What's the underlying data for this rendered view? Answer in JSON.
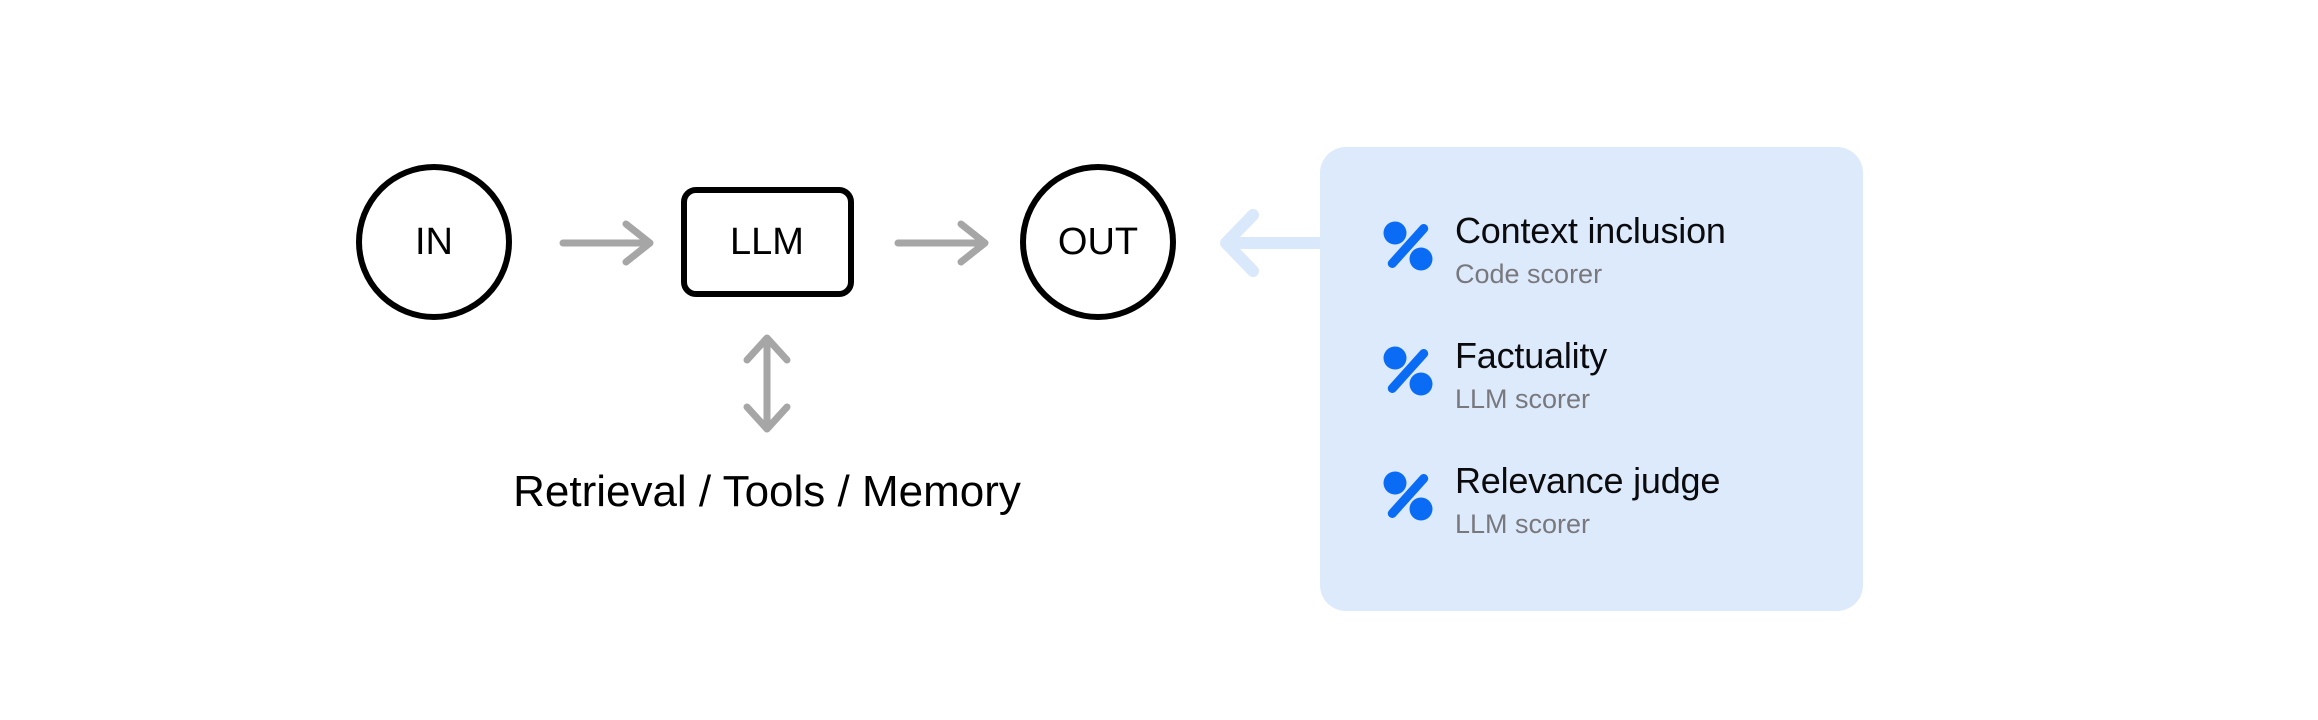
{
  "diagram": {
    "type": "pipeline-flow-with-scorer-panel",
    "background_color": "#ffffff",
    "nodes": [
      {
        "id": "in",
        "label": "IN",
        "shape": "circle",
        "stroke": "#000000"
      },
      {
        "id": "llm",
        "label": "LLM",
        "shape": "rounded-rect",
        "stroke": "#000000"
      },
      {
        "id": "out",
        "label": "OUT",
        "shape": "circle",
        "stroke": "#000000"
      }
    ],
    "edges": [
      {
        "id": "in-to-llm",
        "from": "in",
        "to": "llm",
        "direction": "right",
        "color": "#a6a6a6"
      },
      {
        "id": "llm-to-out",
        "from": "llm",
        "to": "out",
        "direction": "right",
        "color": "#a6a6a6"
      },
      {
        "id": "llm-tools",
        "from": "llm",
        "to": "tools",
        "direction": "bidirectional-vertical",
        "color": "#a6a6a6"
      },
      {
        "id": "panel-to-out",
        "from": "scorer-panel",
        "to": "out",
        "direction": "left",
        "color": "#dae8fc"
      }
    ],
    "caption": "Retrieval / Tools / Memory"
  },
  "panel": {
    "background_color": "#ddeafc",
    "icon_color": "#0a6cf5",
    "title_color": "#0b0b0d",
    "subtitle_color": "#78787d",
    "items": [
      {
        "title": "Context inclusion",
        "subtitle": "Code scorer",
        "icon": "percent-icon"
      },
      {
        "title": "Factuality",
        "subtitle": "LLM scorer",
        "icon": "percent-icon"
      },
      {
        "title": "Relevance judge",
        "subtitle": "LLM scorer",
        "icon": "percent-icon"
      }
    ]
  }
}
